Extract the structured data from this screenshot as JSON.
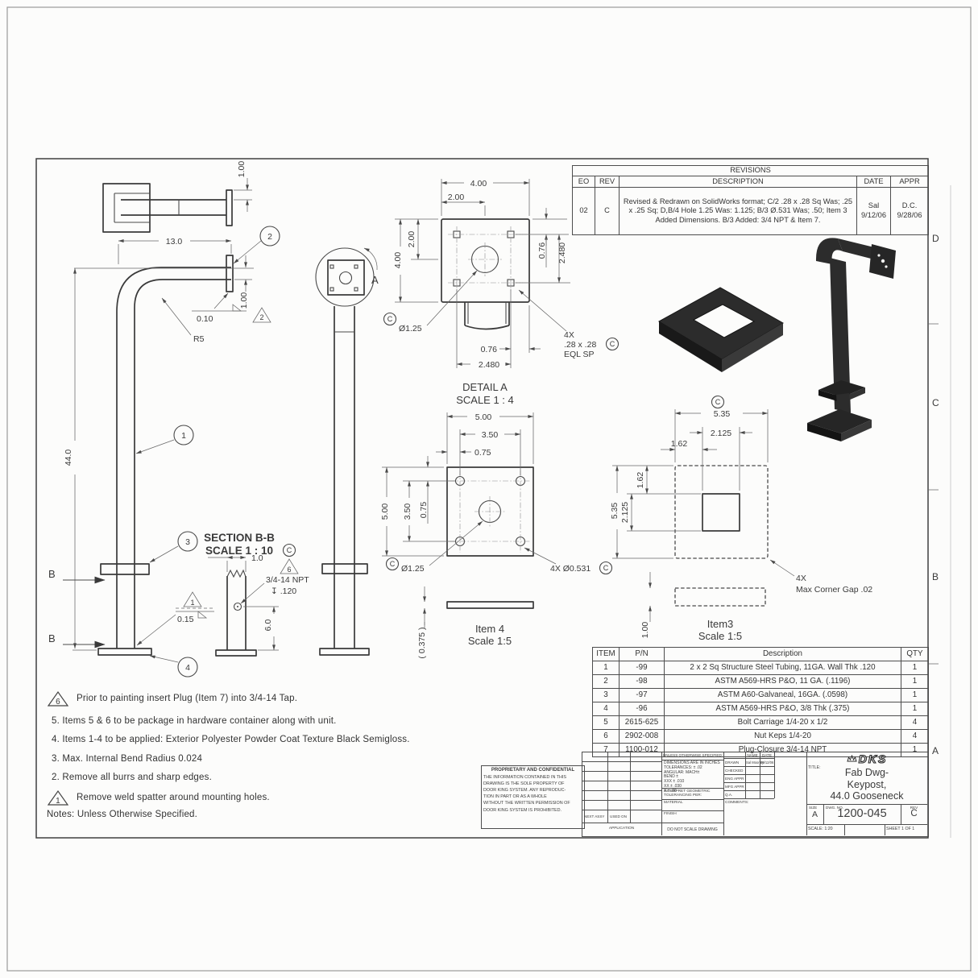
{
  "frame": {
    "zones": [
      "D",
      "C",
      "B",
      "A"
    ]
  },
  "revisions": {
    "title": "REVISIONS",
    "col_eo": "EO",
    "col_rev": "REV",
    "col_description": "DESCRIPTION",
    "col_date": "DATE",
    "col_appr": "APPR",
    "rows": [
      {
        "eo": "02",
        "rev": "C",
        "description": "Revised & Redrawn on SolidWorks format; C/2 .28 x .28 Sq Was; .25 x .25 Sq; D,B/4 Hole 1.25 Was: 1.125; B/3 Ø.531 Was; .50; Item 3 Added Dimensions. B/3 Added: 3/4 NPT & Item 7.",
        "date": "Sal\n9/12/06",
        "appr": "D.C.\n9/28/06"
      }
    ]
  },
  "drawing": {
    "top_view": {
      "plate_offset": "1.00"
    },
    "side_view": {
      "arm_length": "13.0",
      "arm_height": "1.00",
      "bend_radius": "R5",
      "overall_height": "44.0",
      "weld": "0.10",
      "weld_flag": "2",
      "balloon1": "1",
      "balloon2": "2",
      "balloon3": "3",
      "balloon4": "4",
      "cut_label": "B"
    },
    "section_bb": {
      "title": "SECTION B-B",
      "scale": "SCALE 1 : 10",
      "datum": "C",
      "flag": "6",
      "tube_width": "1.0",
      "tap": "3/4-14 NPT",
      "tap_depth": "↧ .120",
      "tap_height": "6.0",
      "weld": "0.15",
      "weld_flag": "1"
    },
    "detail_a": {
      "title": "DETAIL A",
      "scale": "SCALE 1 : 4",
      "view_label": "A",
      "width": "4.00",
      "half_width": "2.00",
      "height": "4.00",
      "half_height": "2.00",
      "hole_offset_v": "0.76",
      "hole_span_v": "2.480",
      "hole_offset_h": "0.76",
      "hole_span_h": "2.480",
      "center_hole": "Ø1.25",
      "datum_c1": "C",
      "datum_c2": "C",
      "sq_holes_qty": "4X",
      "sq_holes_size": ".28 x .28",
      "sq_holes_note": "EQL SP"
    },
    "item_4": {
      "title": "Item 4",
      "scale": "Scale 1:5",
      "width": "5.00",
      "hole_span": "3.50",
      "hole_offset": "0.75",
      "height": "5.00",
      "hole_span_v": "3.50",
      "hole_offset_v": "0.75",
      "center_hole": "Ø1.25",
      "datum_c1": "C",
      "datum_c2": "C",
      "corner_holes": "4X Ø0.531",
      "thickness": "( 0.375 )"
    },
    "item_3": {
      "title": "Item3",
      "scale": "Scale 1:5",
      "datum": "C",
      "width": "5.35",
      "cutout_width": "2.125",
      "cutout_offset": "1.62",
      "height": "5.35",
      "cutout_height": "2.125",
      "cutout_offset_v": "1.62",
      "corner_qty": "4X",
      "corner_note": "Max Corner Gap .02",
      "thickness": "1.00"
    }
  },
  "parts": {
    "col_item": "ITEM",
    "col_pn": "P/N",
    "col_desc": "Description",
    "col_qty": "QTY",
    "rows": [
      {
        "item": "1",
        "pn": "-99",
        "desc": "2 x 2 Sq Structure Steel Tubing, 11GA. Wall Thk .120",
        "qty": "1"
      },
      {
        "item": "2",
        "pn": "-98",
        "desc": "ASTM A569-HRS P&O, 11 GA. (.1196)",
        "qty": "1"
      },
      {
        "item": "3",
        "pn": "-97",
        "desc": "ASTM A60-Galvaneal, 16GA. (.0598)",
        "qty": "1"
      },
      {
        "item": "4",
        "pn": "-96",
        "desc": "ASTM A569-HRS P&O, 3/8 Thk (.375)",
        "qty": "1"
      },
      {
        "item": "5",
        "pn": "2615-625",
        "desc": "Bolt Carriage 1/4-20 x 1/2",
        "qty": "4"
      },
      {
        "item": "6",
        "pn": "2902-008",
        "desc": "Nut Keps 1/4-20",
        "qty": "4"
      },
      {
        "item": "7",
        "pn": "1100-012",
        "desc": "Plug-Closure 3/4-14 NPT",
        "qty": "1"
      }
    ]
  },
  "notes": {
    "flag6": {
      "flag": "6",
      "text": "Prior to painting insert Plug (Item 7) into 3/4-14 Tap."
    },
    "line5": "5. Items 5 & 6 to be package in hardware container along with unit.",
    "line4": "4. Items 1-4 to be applied: Exterior Polyester Powder Coat Texture Black Semigloss.",
    "line3": "3. Max. Internal Bend Radius 0.024",
    "line2": "2. Remove all burrs and sharp edges.",
    "flag1": {
      "flag": "1",
      "text": "Remove weld spatter around mounting holes."
    },
    "footer": "Notes: Unless Otherwise Specified."
  },
  "title_block": {
    "proprietary_title": "PROPRIETARY AND CONFIDENTIAL",
    "proprietary_body": "THE INFORMATION CONTAINED IN THIS\nDRAWING IS THE SOLE PROPERTY OF\nDOOR KING SYSTEM.  ANY REPRODUC-\nTION IN PART OR AS A WHOLE\nWITHOUT THE WRITTEN PERMISSION OF\nDOOR KING SYSTEM IS PROHIBITED.",
    "next_assy": "NEXT ASSY",
    "used_on": "USED ON",
    "application": "APPLICATION",
    "tol_title": "UNLESS OTHERWISE SPECIFIED:",
    "tol_body": "DIMENSIONS ARE IN INCHES\nTOLERANCES: ± .02\nANGULAR: MACH±\n      BEND ±\nXXX ± .010\nXX ± .030\nX ± .06",
    "interpret": "INTERPRET GEOMETRIC\nTOLERANCING PER:",
    "material": "MATERIAL",
    "finish": "FINISH",
    "do_not_scale": "DO NOT SCALE DRAWING",
    "col_name": "NAME",
    "col_date": "DATE",
    "sig_rows": [
      {
        "label": "DRAWN",
        "name": "Sal Mooney",
        "date": "09/12/06"
      },
      {
        "label": "CHECKED",
        "name": "",
        "date": ""
      },
      {
        "label": "ENG APPR",
        "name": "",
        "date": ""
      },
      {
        "label": "MFG APPR",
        "name": "",
        "date": ""
      },
      {
        "label": "Q.A.",
        "name": "",
        "date": ""
      }
    ],
    "comments_label": "COMMENTS:",
    "logo": "DKS",
    "title_label": "TITLE:",
    "title_line1": "Fab Dwg-",
    "title_line2": "Keypost,",
    "title_line3": "44.0 Gooseneck",
    "size_label": "SIZE",
    "size": "A",
    "dwg_label": "DWG. NO.",
    "dwg_no": "1200-045",
    "rev_label": "REV",
    "rev": "C",
    "scale": "SCALE: 1:20",
    "sheet": "SHEET 1 OF 1"
  }
}
